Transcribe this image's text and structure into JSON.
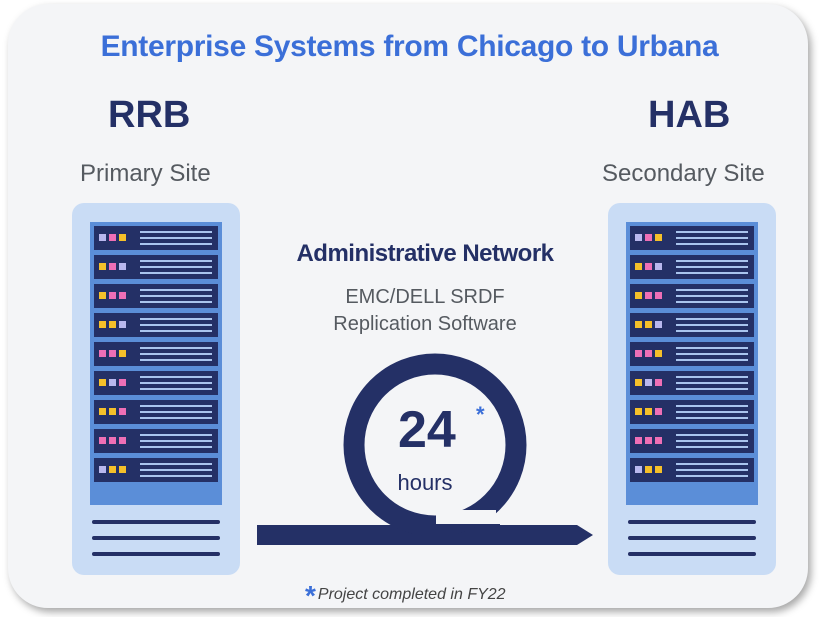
{
  "title": "Enterprise Systems from Chicago to Urbana",
  "primary": {
    "name": "RRB",
    "label": "Primary Site"
  },
  "secondary": {
    "name": "HAB",
    "label": "Secondary Site"
  },
  "network": {
    "title": "Administrative Network",
    "line1": "EMC/DELL SRDF",
    "line2": "Replication Software",
    "hours_value": "24",
    "hours_marker": "*",
    "hours_label": "hours"
  },
  "footnote": {
    "marker": "*",
    "text": "Project completed in FY22"
  },
  "colors": {
    "title_blue": "#3b6fd8",
    "navy": "#243066",
    "server_bg": "#c9dcf5",
    "server_panel": "#5b8ed8",
    "led_yellow": "#f5c02a",
    "led_pink": "#ee6fb6",
    "led_lavender": "#b9b8ee"
  },
  "icons": [
    "server-rack-icon",
    "arrow-loop-icon"
  ]
}
